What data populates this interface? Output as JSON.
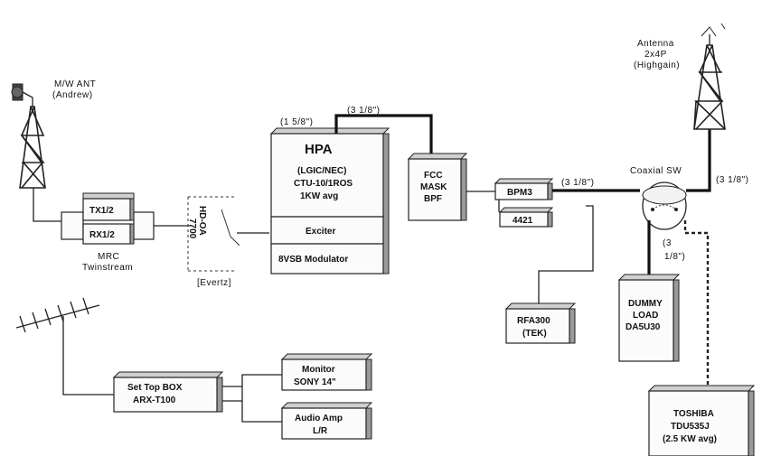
{
  "labels": {
    "mw_ant_1": "M/W ANT",
    "mw_ant_2": "(Andrew)",
    "tx": "TX1/2",
    "rx": "RX1/2",
    "mrc_1": "MRC",
    "mrc_2": "Twinstream",
    "hd_oa": "HD-OA",
    "hd_7700": "7700",
    "evertz": "[Evertz]",
    "hpa_title": "HPA",
    "hpa_1": "(LGIC/NEC)",
    "hpa_2": "CTU-10/1ROS",
    "hpa_3": "1KW avg",
    "exciter": "Exciter",
    "modulator": "8VSB Modulator",
    "fcc_1": "FCC",
    "fcc_2": "MASK",
    "fcc_3": "BPF",
    "bpm3": "BPM3",
    "box_4421": "4421",
    "rfa_1": "RFA300",
    "rfa_2": "(TEK)",
    "coax_sw": "Coaxial SW",
    "antenna_1": "Antenna",
    "antenna_2": "2x4P",
    "antenna_3": "(Highgain)",
    "dummy_1": "DUMMY",
    "dummy_2": "LOAD",
    "dummy_3": "DA5U30",
    "toshiba_1": "TOSHIBA",
    "toshiba_2": "TDU535J",
    "toshiba_3": "(2.5 KW avg)",
    "stb_1": "Set Top BOX",
    "stb_2": "ARX-T100",
    "monitor_1": "Monitor",
    "monitor_2": "SONY 14\"",
    "audio_1": "Audio Amp",
    "audio_2": "L/R",
    "cable_hpa_in": "(1 5/8\")",
    "cable_hpa_out": "(3 1/8\")",
    "cable_bpm_out": "(3 1/8\")",
    "cable_ant": "(3 1/8\")",
    "cable_dummy_1": "(3",
    "cable_dummy_2": "1/8\")"
  }
}
